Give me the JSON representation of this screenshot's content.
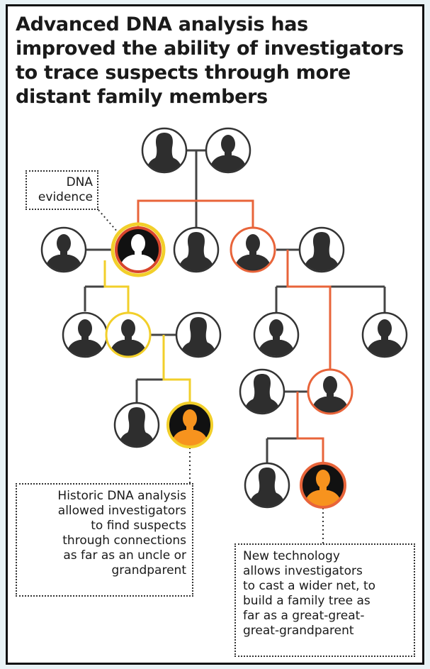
{
  "title": [
    "Advanced DNA analysis has",
    "improved the ability of investigators",
    "to trace suspects through more",
    "distant family members"
  ],
  "callouts": {
    "dna_evidence": [
      "DNA",
      "evidence"
    ],
    "historic": [
      "Historic DNA analysis",
      "allowed investigators",
      "to find suspects",
      "through connections",
      "as far as an uncle or",
      "grandparent"
    ],
    "new_technology": [
      "New technology",
      "allows investigators",
      "to cast a wider net, to",
      "build a family tree as",
      "far as a great-great-",
      "great-grandparent"
    ]
  },
  "colors": {
    "background": "#e9f3f6",
    "frame": "#111111",
    "yellow_link": "#f2cf2a",
    "orange_link": "#e8643a",
    "neutral_link": "#444444",
    "highlight_fill": "#f7931e",
    "silhouette": "#2e2e2e"
  },
  "people": [
    {
      "id": "grandparent-left",
      "gender": "female",
      "style": "default"
    },
    {
      "id": "grandparent-right",
      "gender": "male",
      "style": "default"
    },
    {
      "id": "spouse-left",
      "gender": "male",
      "style": "default"
    },
    {
      "id": "dna-evidence-person",
      "gender": "male",
      "style": "evidence"
    },
    {
      "id": "aunt",
      "gender": "female",
      "style": "default"
    },
    {
      "id": "uncle-orange",
      "gender": "male",
      "style": "orange"
    },
    {
      "id": "aunt-spouse",
      "gender": "female",
      "style": "default"
    },
    {
      "id": "child-1",
      "gender": "male",
      "style": "default"
    },
    {
      "id": "child-2-yellow",
      "gender": "male",
      "style": "yellow"
    },
    {
      "id": "child-2-spouse",
      "gender": "female",
      "style": "default"
    },
    {
      "id": "cousin-1",
      "gender": "male",
      "style": "default"
    },
    {
      "id": "cousin-2",
      "gender": "male",
      "style": "default"
    },
    {
      "id": "cousin-spouse",
      "gender": "female",
      "style": "default"
    },
    {
      "id": "cousin-orange",
      "gender": "male",
      "style": "orange"
    },
    {
      "id": "grandchild-1",
      "gender": "female",
      "style": "default"
    },
    {
      "id": "grandchild-suspect-yellow",
      "gender": "male",
      "style": "suspect-yellow"
    },
    {
      "id": "second-cousin-1",
      "gender": "female",
      "style": "default"
    },
    {
      "id": "second-cousin-suspect-orange",
      "gender": "male",
      "style": "suspect-orange"
    }
  ]
}
